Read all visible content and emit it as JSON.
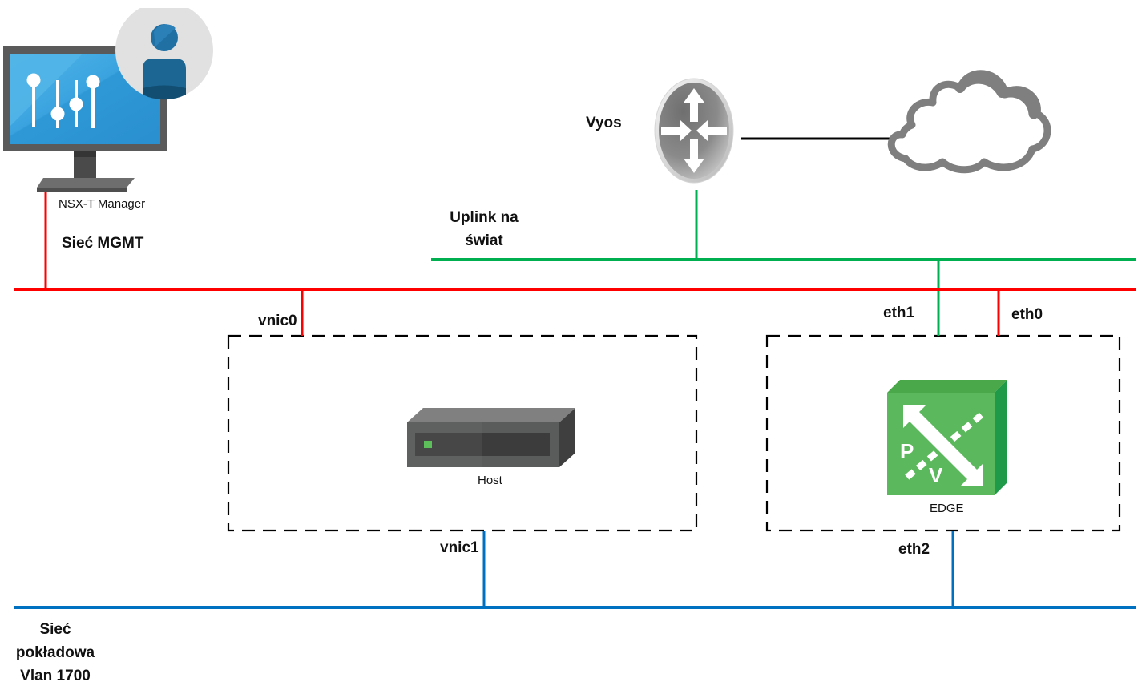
{
  "diagram": {
    "colors": {
      "mgmt_network": "#ff0000",
      "uplink_network": "#00b050",
      "overlay_network": "#0070c0",
      "internet_link": "#000000",
      "vm_boundary": "#000000",
      "edge_green": "#5cb85c",
      "host_gray": "#5f6060",
      "manager_screen": "#2e98d6"
    },
    "nodes": {
      "manager": {
        "label": "NSX-T Manager",
        "icon": "admin-monitor-icon"
      },
      "router": {
        "label": "Vyos",
        "icon": "router-icon"
      },
      "internet": {
        "label": "",
        "icon": "cloud-icon"
      },
      "host": {
        "label": "Host",
        "icon": "server-icon"
      },
      "edge": {
        "label": "EDGE",
        "icon": "nsx-edge-icon",
        "glyph_p": "P",
        "glyph_v": "V"
      }
    },
    "networks": {
      "mgmt": {
        "label": "Sieć MGMT"
      },
      "uplink": {
        "label_line1": "Uplink na",
        "label_line2": "świat"
      },
      "overlay": {
        "label_line1": "Sieć",
        "label_line2": "pokładowa",
        "label_line3": "Vlan 1700"
      }
    },
    "interfaces": {
      "host_vnic0": "vnic0",
      "host_vnic1": "vnic1",
      "edge_eth0": "eth0",
      "edge_eth1": "eth1",
      "edge_eth2": "eth2"
    },
    "connections": [
      {
        "from": "manager",
        "to": "mgmt",
        "type": "mgmt"
      },
      {
        "from": "host.vnic0",
        "to": "mgmt",
        "type": "mgmt"
      },
      {
        "from": "edge.eth0",
        "to": "mgmt",
        "type": "mgmt"
      },
      {
        "from": "router",
        "to": "uplink",
        "type": "uplink"
      },
      {
        "from": "edge.eth1",
        "to": "uplink",
        "type": "uplink"
      },
      {
        "from": "router",
        "to": "internet",
        "type": "internet"
      },
      {
        "from": "host.vnic1",
        "to": "overlay",
        "type": "overlay"
      },
      {
        "from": "edge.eth2",
        "to": "overlay",
        "type": "overlay"
      }
    ]
  }
}
